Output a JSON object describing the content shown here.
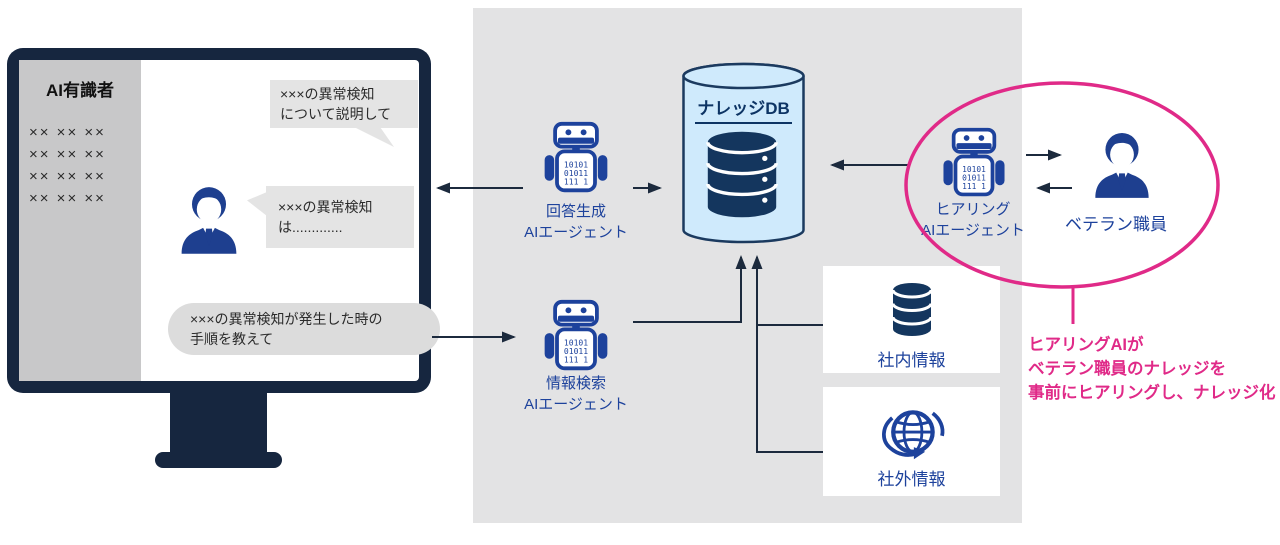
{
  "colors": {
    "accent_pink": "#e02a88",
    "navy_dark": "#16263f",
    "agent_blue": "#1d429c",
    "db_cylinder_fill": "#cfeafc",
    "db_cylinder_stroke": "#1b3a5f",
    "panel_gray": "#e3e3e4"
  },
  "monitor": {
    "sidebar_title": "AI有識者",
    "sidebar_rows": [
      "×× ×× ××",
      "×× ×× ××",
      "×× ×× ××",
      "×× ×× ××"
    ],
    "bubble_question1": [
      "×××の異常検知",
      "について説明して"
    ],
    "bubble_answer": [
      "×××の異常検知",
      "は............."
    ],
    "bubble_question2": [
      "×××の異常検知が発生した時の",
      "手順を教えて"
    ]
  },
  "agents": {
    "answer_generation": [
      "回答生成",
      "AIエージェント"
    ],
    "information_search": [
      "情報検索",
      "AIエージェント"
    ],
    "hearing": [
      "ヒアリング",
      "AIエージェント"
    ]
  },
  "knowledge_db_label": "ナレッジDB",
  "veteran_label": "ベテラン職員",
  "internal_info_label": "社内情報",
  "external_info_label": "社外情報",
  "annotation_lines": [
    "ヒアリングAIが",
    "ベテラン職員のナレッジを",
    "事前にヒアリングし、ナレッジ化"
  ],
  "robot_binary": [
    "10101",
    "01011",
    "111 1"
  ]
}
